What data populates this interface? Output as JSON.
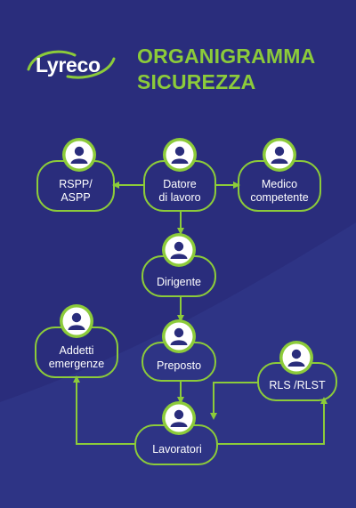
{
  "brand": {
    "logo_text": "Lyreco",
    "accent": "#8ccb3a",
    "background": "#2a2d7c"
  },
  "title": {
    "line1": "ORGANIGRAMMA",
    "line2": "SICUREZZA"
  },
  "nodes": {
    "rspp": {
      "line1": "RSPP/",
      "line2": "ASPP",
      "icon": "person-icon"
    },
    "datore": {
      "line1": "Datore",
      "line2": "di lavoro",
      "icon": "person-icon"
    },
    "medico": {
      "line1": "Medico",
      "line2": "competente",
      "icon": "person-icon"
    },
    "dirigente": {
      "line1": "Dirigente",
      "icon": "person-icon"
    },
    "preposto": {
      "line1": "Preposto",
      "icon": "person-icon"
    },
    "addetti": {
      "line1": "Addetti",
      "line2": "emergenze",
      "icon": "person-icon"
    },
    "rls": {
      "line1": "RLS /RLST",
      "icon": "person-icon"
    },
    "lavoratori": {
      "line1": "Lavoratori",
      "icon": "person-icon"
    }
  },
  "connections": [
    {
      "from": "Datore di lavoro",
      "to": "RSPP/ASPP"
    },
    {
      "from": "Datore di lavoro",
      "to": "Medico competente"
    },
    {
      "from": "Datore di lavoro",
      "to": "Dirigente"
    },
    {
      "from": "Dirigente",
      "to": "Preposto"
    },
    {
      "from": "Preposto",
      "to": "Lavoratori"
    },
    {
      "from": "Lavoratori",
      "to": "Addetti emergenze"
    },
    {
      "from": "Lavoratori",
      "to": "RLS /RLST"
    },
    {
      "from": "RLS /RLST",
      "to": "Lavoratori"
    }
  ]
}
